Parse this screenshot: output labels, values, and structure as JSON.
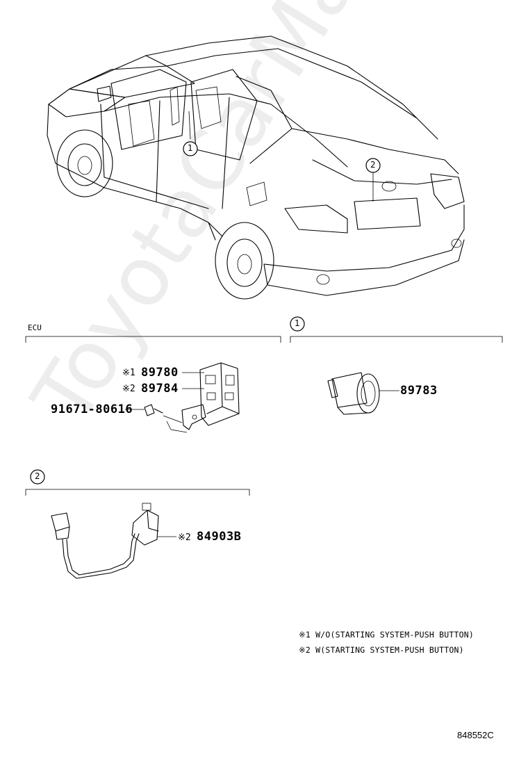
{
  "callouts": {
    "one": "1",
    "two": "2"
  },
  "sections": {
    "ecu": {
      "title": "ECU"
    },
    "one": {
      "marker": "1"
    },
    "two": {
      "marker": "2"
    }
  },
  "parts": {
    "ecu_w_o_mark": "※1",
    "ecu_w_o": "89780",
    "ecu_w_mark": "※2",
    "ecu_w": "89784",
    "bolt": "91671-80616",
    "switch_part": "89783",
    "harness_mark": "※2",
    "harness": "84903B"
  },
  "notes": [
    "※1 W/O(STARTING SYSTEM-PUSH BUTTON)",
    "※2 W(STARTING SYSTEM-PUSH BUTTON)"
  ],
  "diagram_code": "848552C",
  "watermark": "ToyotaCarMarket.ru"
}
